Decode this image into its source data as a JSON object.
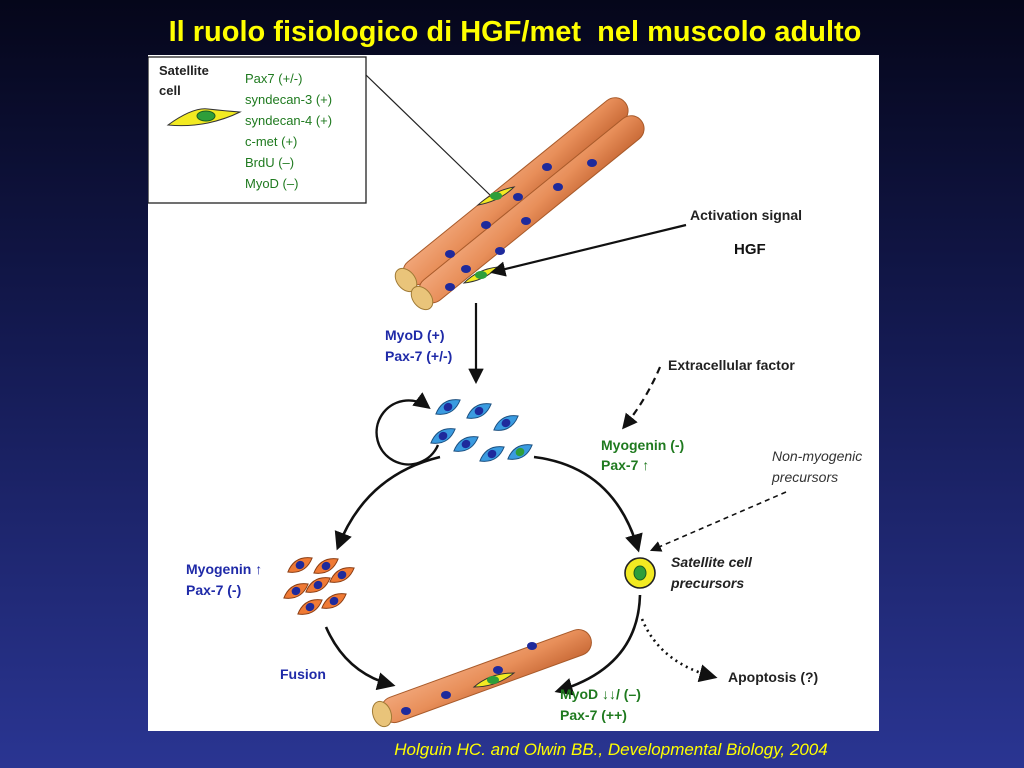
{
  "title": "Il ruolo fisiologico di HGF/met  nel muscolo adulto",
  "citation": "Holguin HC. and Olwin BB., Developmental Biology, 2004",
  "colors": {
    "title": "#ffff00",
    "fiber": "#e88f5a",
    "nucleus": "#1e2a9c",
    "cell_blue": "#3a9be0",
    "cell_orange": "#ef7a35",
    "satellite_cell": "#f2ea22",
    "label_blue": "#1f2aa8",
    "label_green": "#1f7a1f"
  },
  "diagram": {
    "legend": {
      "title_line1": "Satellite",
      "title_line2": "cell",
      "markers": [
        "Pax7 (+/-)",
        "syndecan-3 (+)",
        "syndecan-4 (+)",
        "c-met (+)",
        "BrdU (–)",
        "MyoD (–)"
      ]
    },
    "activation_signal": "Activation signal",
    "hgf": "HGF",
    "myod_pax_top": {
      "line1": "MyoD (+)",
      "line2": "Pax-7 (+/-)"
    },
    "extracellular_factor": "Extracellular factor",
    "myogenin_pax_right": {
      "line1": "Myogenin (-)",
      "line2": "Pax-7 ↑"
    },
    "non_myogenic": {
      "line1": "Non-myogenic",
      "line2": "precursors"
    },
    "myogenin_pax_left": {
      "line1": "Myogenin ↑",
      "line2": "Pax-7 (-)"
    },
    "satellite_precursors": {
      "line1": "Satellite cell",
      "line2": "precursors"
    },
    "fusion": "Fusion",
    "apoptosis": "Apoptosis (?)",
    "myod_pax_bottom": {
      "line1": "MyoD ↓↓/ (–)",
      "line2": "Pax-7 (++)"
    }
  }
}
